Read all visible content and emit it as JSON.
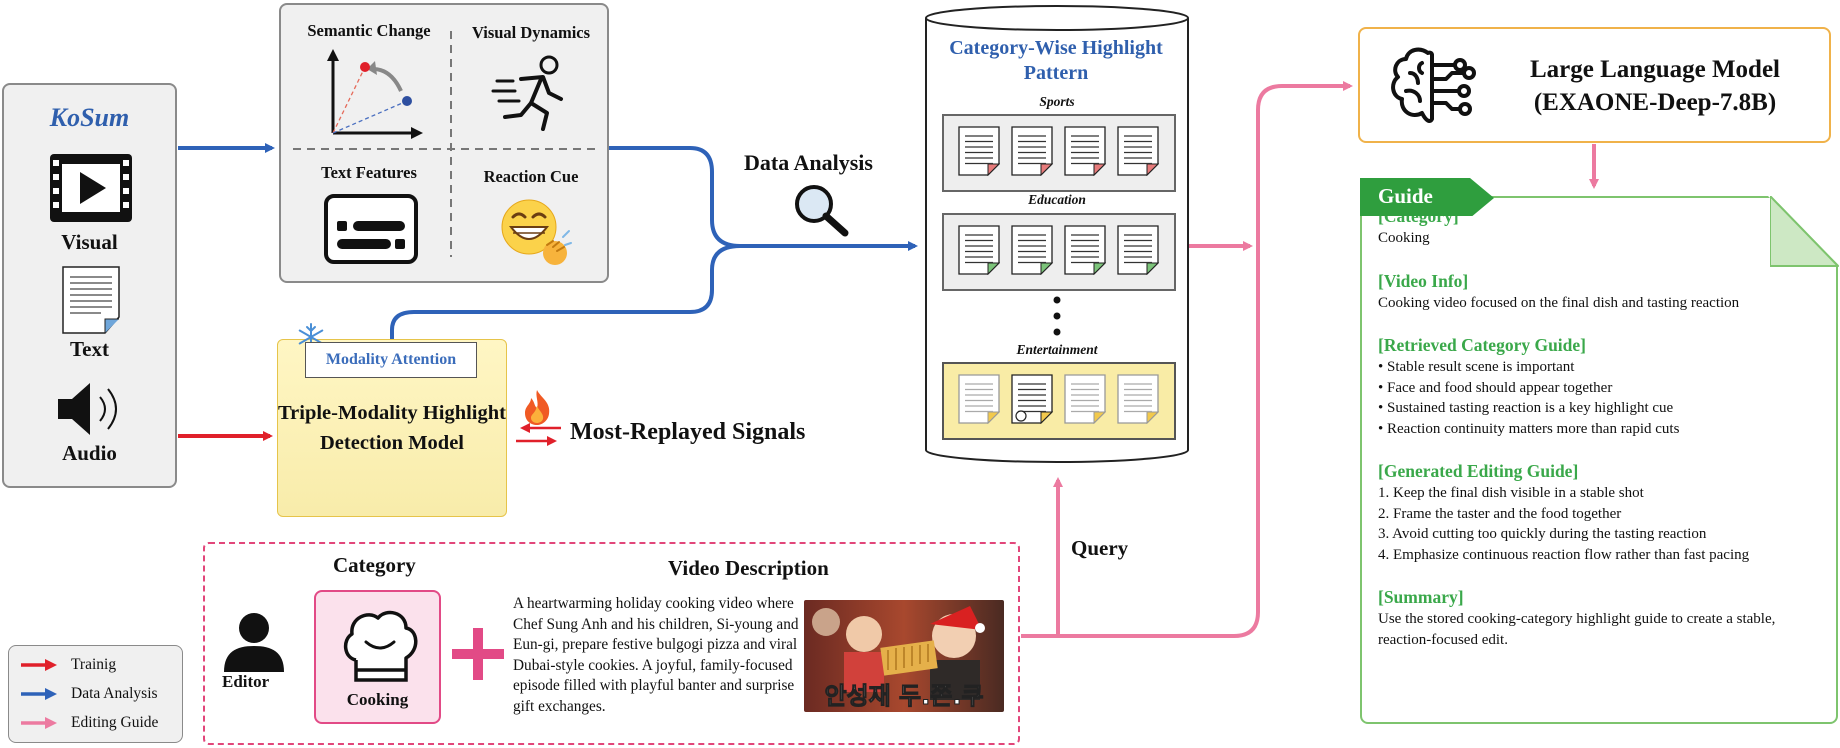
{
  "kosum": {
    "title": "KoSum",
    "modalities": [
      "Visual",
      "Text",
      "Audio"
    ]
  },
  "features": {
    "semantic_change": "Semantic Change",
    "visual_dynamics": "Visual Dynamics",
    "text_features": "Text Features",
    "reaction_cue": "Reaction Cue"
  },
  "model": {
    "attention_label": "Modality Attention",
    "name": "Triple-Modality Highlight Detection Model"
  },
  "signals_label": "Most-Replayed Signals",
  "data_analysis_label": "Data Analysis",
  "query_label": "Query",
  "pattern_store": {
    "title": "Category-Wise Highlight Pattern",
    "categories": [
      "Sports",
      "Education",
      "Entertainment"
    ]
  },
  "llm": {
    "name_line1": "Large Language Model",
    "name_line2": "(EXAONE-Deep-7.8B)"
  },
  "guide": {
    "tab": "Guide",
    "sections": [
      {
        "heading": "[Category]",
        "lines": [
          "Cooking"
        ]
      },
      {
        "heading": "[Video Info]",
        "lines": [
          "Cooking video focused on the final dish and tasting reaction"
        ]
      },
      {
        "heading": "[Retrieved Category Guide]",
        "lines": [
          "• Stable result scene is important",
          "• Face and food should appear together",
          "• Sustained tasting reaction is a key highlight cue",
          "• Reaction continuity matters more than rapid cuts"
        ]
      },
      {
        "heading": "[Generated Editing Guide]",
        "lines": [
          "1. Keep the final dish visible in a stable shot",
          "2. Frame the taster and the food together",
          "3. Avoid cutting too quickly during the tasting reaction",
          "4. Emphasize continuous reaction flow rather than fast pacing"
        ]
      },
      {
        "heading": "[Summary]",
        "lines": [
          "Use the stored cooking-category highlight guide to create a stable,",
          "reaction-focused edit."
        ]
      }
    ]
  },
  "query_input": {
    "category_title": "Category",
    "category_value": "Cooking",
    "description_title": "Video Description",
    "editor_label": "Editor",
    "description": "A heartwarming holiday cooking video where Chef Sung Anh and his children, Si-young and Eun-gi, prepare festive bulgogi pizza and viral Dubai-style cookies. A joyful, family-focused episode filled with playful banter and surprise gift exchanges.",
    "thumbnail_caption": "안성재 두.쫀.쿠"
  },
  "legend": {
    "items": [
      {
        "label": "Trainig",
        "color": "#e0202a"
      },
      {
        "label": "Data Analysis",
        "color": "#2e62b8"
      },
      {
        "label": "Editing Guide",
        "color": "#ec7aa0"
      }
    ]
  },
  "colors": {
    "training": "#e0202a",
    "analysis": "#2e62b8",
    "guide": "#ec7aa0",
    "guide_green": "#3aa84a",
    "accent_blue": "#2f5fad"
  }
}
